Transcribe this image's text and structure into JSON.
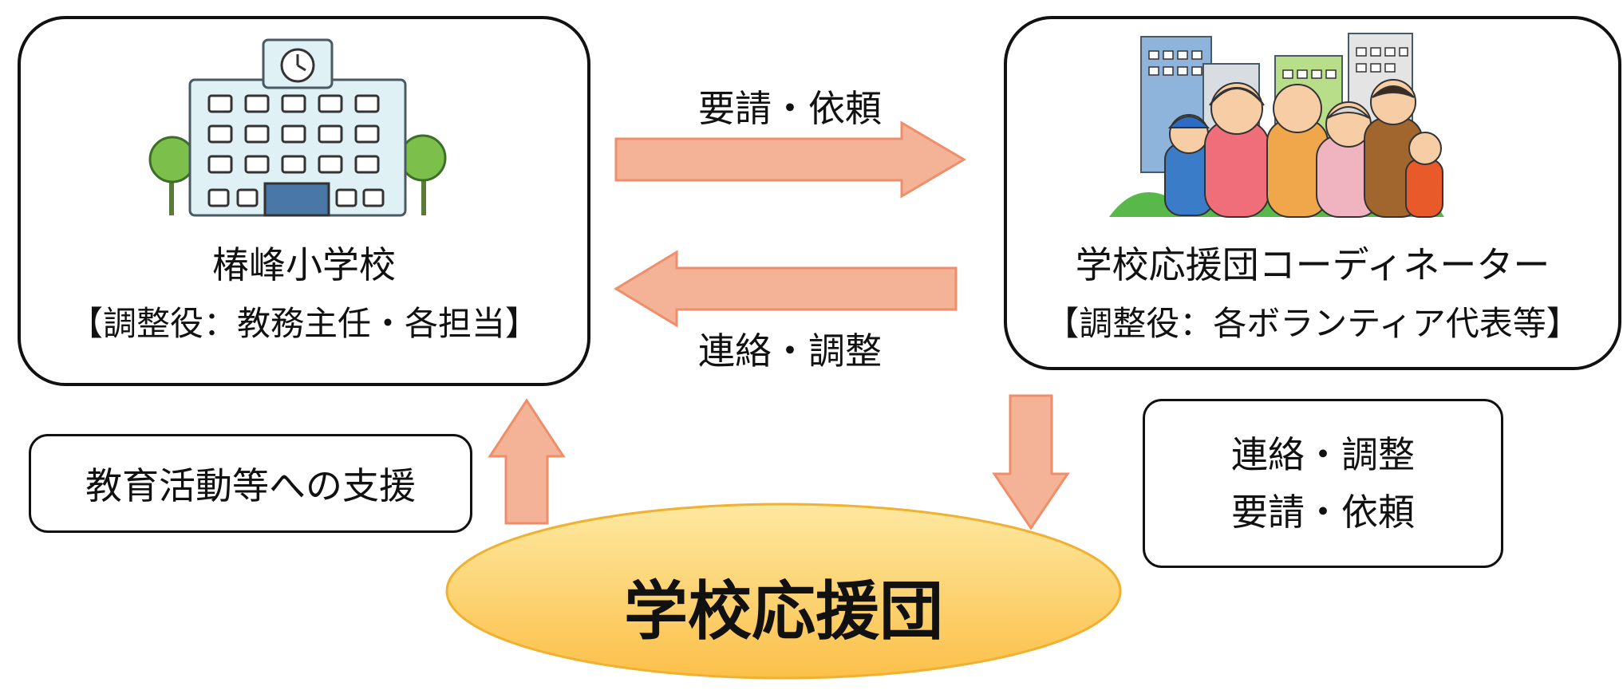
{
  "school": {
    "name": "椿峰小学校",
    "coordinator": "【調整役：教務主任・各担当】"
  },
  "community": {
    "name": "学校応援団コーディネーター",
    "coordinator": "【調整役：各ボランティア代表等】"
  },
  "arrows": {
    "top_label": "要請・依頼",
    "middle_label": "連絡・調整"
  },
  "support_box": {
    "label": "教育活動等への支援"
  },
  "right_box": {
    "line1": "連絡・調整",
    "line2": "要請・依頼"
  },
  "group": {
    "name": "学校応援団"
  },
  "colors": {
    "arrow_fill": "#f4b396",
    "arrow_stroke": "#ef8e6a",
    "ellipse_fill": "#fcd066",
    "ellipse_stroke": "#f0b030"
  },
  "icons": [
    "school-building-icon",
    "community-people-icon"
  ]
}
